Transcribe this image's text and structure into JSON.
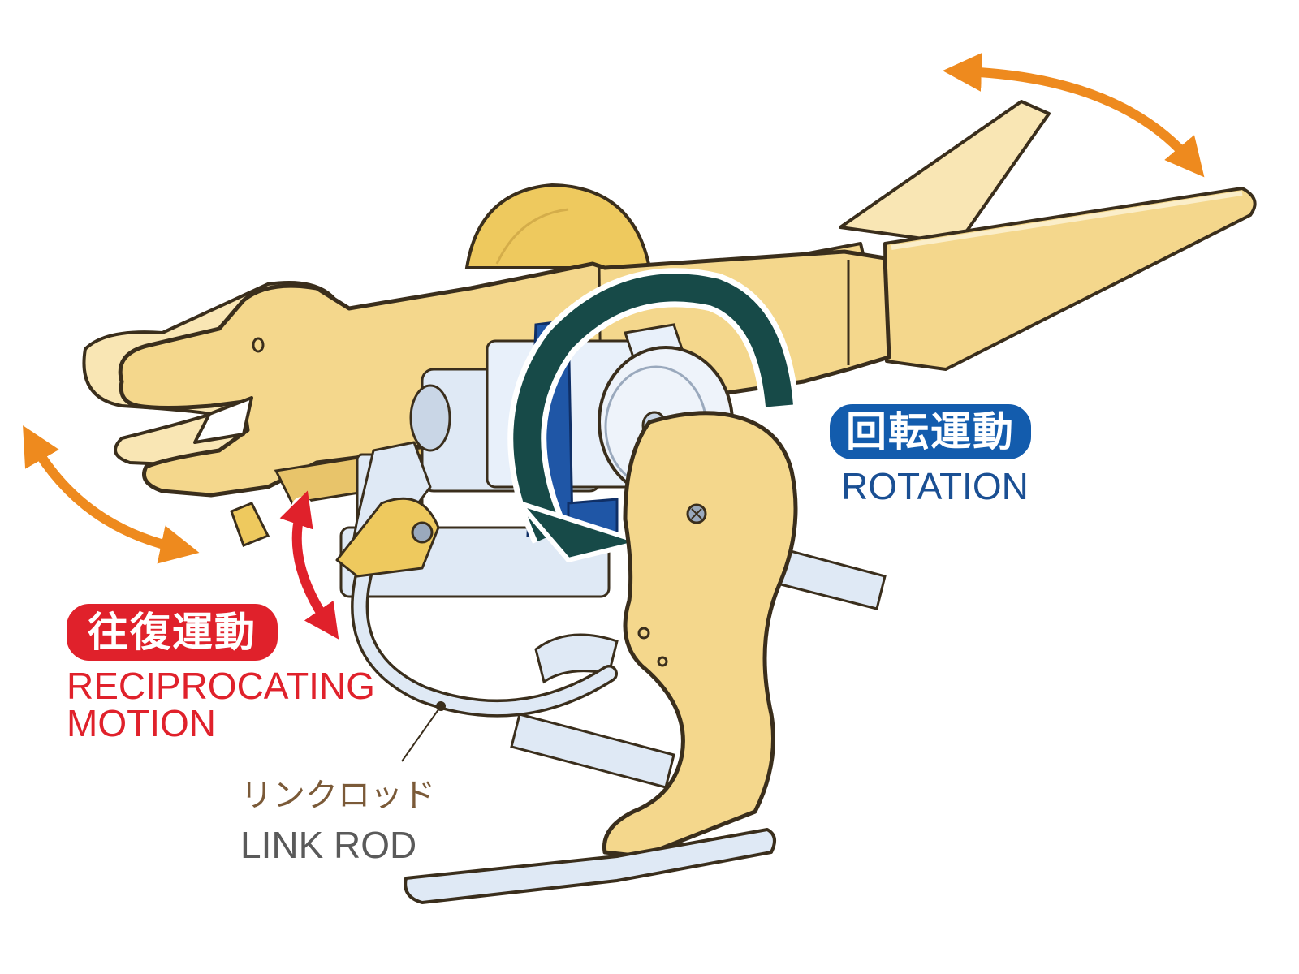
{
  "labels": {
    "rotation": {
      "jp": "回転運動",
      "en": "ROTATION"
    },
    "reciprocating": {
      "jp": "往復運動",
      "en_line1": "RECIPROCATING",
      "en_line2": "MOTION"
    },
    "link_rod": {
      "jp": "リンクロッド",
      "en": "LINK ROD"
    }
  },
  "colors": {
    "body": "#f4d78c",
    "body_light": "#f9e6b4",
    "outline": "#3a2e1c",
    "mechanism": "#dfe9f5",
    "motion_arrow": "#ee8a1e",
    "reciprocating": "#e0212b",
    "rotation_badge": "#135cad",
    "rotation_text": "#1a4f93",
    "rotation_arrow": "#174a48",
    "link_rod_text_jp": "#7b5a38",
    "link_rod_text_en": "#5a5a5a"
  }
}
